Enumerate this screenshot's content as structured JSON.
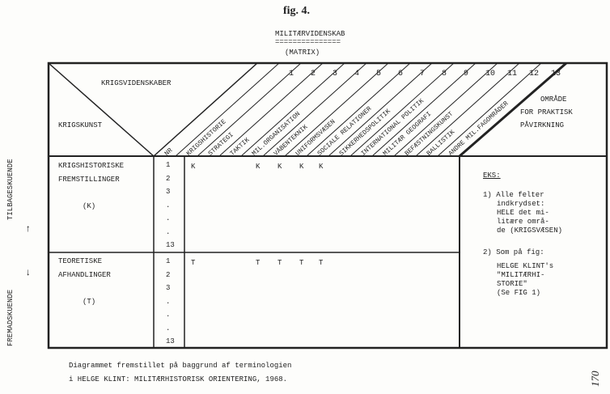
{
  "fig_title": "fig. 4.",
  "heading": "MILITÆRVIDENSKAB",
  "underline": "===============",
  "subheading": "(MATRIX)",
  "header": {
    "top_left": "KRIGSVIDENSKABER",
    "bottom_left": "KRIGSKUNST",
    "column_numbers": [
      "1",
      "2",
      "3",
      "4",
      "5",
      "6",
      "7",
      "8",
      "9",
      "10",
      "11",
      "12",
      "13"
    ],
    "column_labels": [
      "NR",
      "KRIGSHISTORIE",
      "STRATEGI",
      "TAKTIK",
      "MIL.ORGANISATION",
      "VÅBENTEKNIK",
      "UNIFORMSVÆSEN",
      "SOCIALE RELATIONER",
      "SIKKERHEDSPOLITIK",
      "INTERNATIONAL POLITIK",
      "MILITÆR GEOGRAFI",
      "BEFÆSTNINGSKUNST",
      "BALLISTIK",
      "ANDRE MIL.FAGOMRÅDER"
    ],
    "right_title": [
      "OMRÅDE",
      "FOR PRAKTISK",
      "PÅVIRKNING"
    ]
  },
  "rows": [
    {
      "label": [
        "KRIGSHISTORISKE",
        "FREMSTILLINGER"
      ],
      "code": "(K)",
      "numbers": [
        "1",
        "2",
        "3",
        ".",
        ".",
        ".",
        "13"
      ],
      "marks": [
        "K",
        "K",
        "K",
        "K",
        "K"
      ]
    },
    {
      "label": [
        "TEORETISKE",
        "AFHANDLINGER"
      ],
      "code": "(T)",
      "numbers": [
        "1",
        "2",
        "3",
        ".",
        ".",
        ".",
        "13"
      ],
      "marks": [
        "T",
        "T",
        "T",
        "T",
        "T"
      ]
    }
  ],
  "side": {
    "up": "TILBAGESKUENDE",
    "down": "FREMADSKUENDE"
  },
  "notes": {
    "title": "EKS:",
    "item1": [
      "1) Alle felter",
      "indkrydset:",
      "HELE det mi-",
      "litære områ-",
      "de (KRIGSVÆSEN)"
    ],
    "item2": [
      "2) Som på fig:",
      "HELGE KLINT's",
      "\"MILITÆRHI-",
      "STORIE\"",
      "(Se FIG 1)"
    ]
  },
  "caption": [
    "Diagrammet fremstillet på baggrund af terminologien",
    "i HELGE KLINT: MILITÆRHISTORISK ORIENTERING, 1968."
  ],
  "page_number": "170"
}
